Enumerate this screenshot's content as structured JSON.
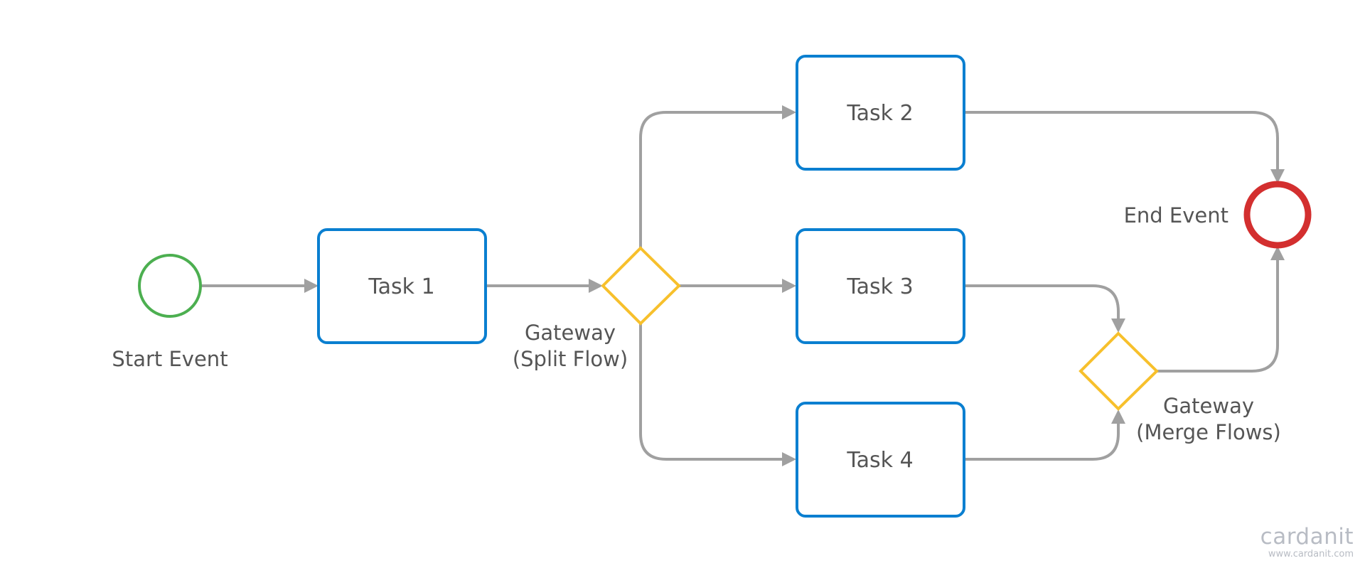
{
  "diagram": {
    "start_event": {
      "label": "Start Event",
      "color": "#4caf50"
    },
    "end_event": {
      "label": "End Event",
      "color": "#d32f2f"
    },
    "tasks": [
      {
        "label": "Task 1"
      },
      {
        "label": "Task 2"
      },
      {
        "label": "Task 3"
      },
      {
        "label": "Task 4"
      }
    ],
    "split_gateway": {
      "label_line1": "Gateway",
      "label_line2": "(Split Flow)"
    },
    "merge_gateway": {
      "label_line1": "Gateway",
      "label_line2": "(Merge Flows)"
    },
    "colors": {
      "task_border": "#0a7fd0",
      "gateway_border": "#f7c02c",
      "flow": "#a0a0a0",
      "text": "#555555"
    }
  },
  "branding": {
    "logo_name": "cardanit",
    "logo_url": "www.cardanit.com"
  }
}
